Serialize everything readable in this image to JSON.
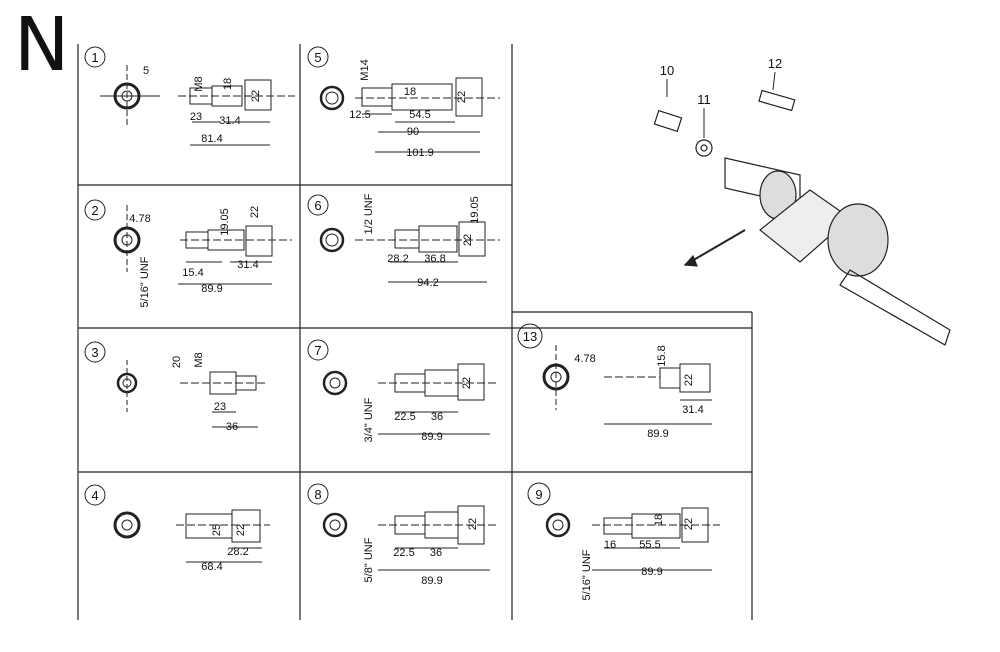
{
  "section_letter": "N",
  "panels": [
    {
      "number": "1",
      "dims": [
        "5",
        "M8",
        "18",
        "22",
        "23",
        "31.4",
        "81.4"
      ]
    },
    {
      "number": "2",
      "dims": [
        "4.78",
        "19.05",
        "22",
        "15.4",
        "31.4",
        "89.9"
      ],
      "thread": "5/16\" UNF"
    },
    {
      "number": "3",
      "dims": [
        "20",
        "M8",
        "23",
        "36"
      ]
    },
    {
      "number": "4",
      "dims": [
        "25",
        "22",
        "28.2",
        "68.4"
      ]
    },
    {
      "number": "5",
      "dims": [
        "M14",
        "18",
        "22",
        "12.5",
        "54.5",
        "90",
        "101.9"
      ]
    },
    {
      "number": "6",
      "dims": [
        "1/2 UNF",
        "19.05",
        "22",
        "28.2",
        "36.8",
        "94.2"
      ]
    },
    {
      "number": "7",
      "dims": [
        "22",
        "22.5",
        "36",
        "89.9"
      ],
      "thread": "3/4\" UNF"
    },
    {
      "number": "8",
      "dims": [
        "22",
        "22.5",
        "36",
        "89.9"
      ],
      "thread": "5/8\" UNF"
    },
    {
      "number": "9",
      "dims": [
        "18",
        "22",
        "16",
        "55.5",
        "89.9"
      ],
      "thread": "5/16\" UNF"
    },
    {
      "number": "13",
      "dims": [
        "4.78",
        "15.8",
        "22",
        "31.4",
        "89.9"
      ]
    }
  ],
  "part_callouts": [
    "10",
    "11",
    "12"
  ]
}
